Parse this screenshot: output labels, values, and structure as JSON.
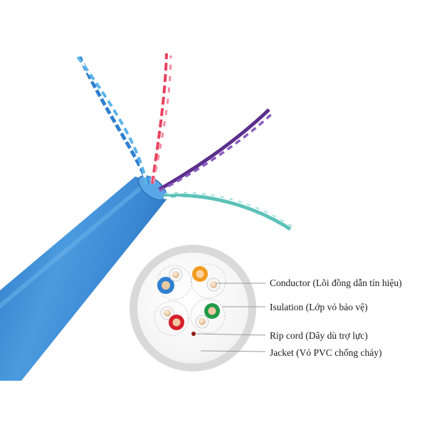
{
  "labels": {
    "conductor": "Conductor (Lõi đồng dẫn tín hiệu)",
    "insulation": "Isulation (Lớp vỏ bảo vệ)",
    "rip_cord": "Rip cord (Dây dù trợ lực)",
    "jacket": "Jacket (Vỏ PVC chống cháy)"
  },
  "colors": {
    "jacket_blue": "#3f8fd6",
    "pair_blue": "#2f7fd0",
    "pair_orange": "#f39a1e",
    "pair_green": "#1f9a46",
    "pair_brown": "#a52a1c",
    "pair_red_stripe": "#e8415f",
    "pair_purple": "#5b2e8c",
    "pair_teal": "#5cc2b8",
    "copper": "#e8c9a0",
    "rip_cord": "#8b1a10",
    "cross_section_gray": "#d9d9d9",
    "callout_line": "#9a9a9a"
  }
}
